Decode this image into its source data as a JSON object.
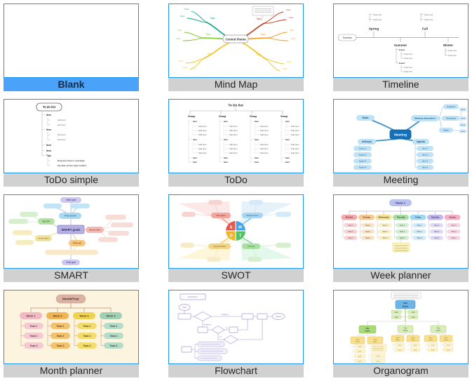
{
  "colors": {
    "page_bg": "#ffffff",
    "card_border": "#1b95f0",
    "selected_bar": "#4aa3f8",
    "selected_text": "#12304e",
    "label_bar": "#d1d1d1",
    "label_text": "#262626"
  },
  "cards": [
    {
      "label": "Blank",
      "type": "blank",
      "selected": true
    },
    {
      "label": "Mind Map",
      "type": "mindmap",
      "selected": false
    },
    {
      "label": "Timeline",
      "type": "timeline",
      "selected": false
    },
    {
      "label": "ToDo simple",
      "type": "todo_simple",
      "selected": false
    },
    {
      "label": "ToDo",
      "type": "todo",
      "selected": false
    },
    {
      "label": "Meeting",
      "type": "meeting",
      "selected": false
    },
    {
      "label": "SMART",
      "type": "smart",
      "selected": false
    },
    {
      "label": "SWOT",
      "type": "swot",
      "selected": false
    },
    {
      "label": "Week planner",
      "type": "week_planner",
      "selected": false
    },
    {
      "label": "Month planner",
      "type": "month_planner",
      "selected": false
    },
    {
      "label": "Flowchart",
      "type": "flowchart",
      "selected": false
    },
    {
      "label": "Organogram",
      "type": "organogram",
      "selected": false
    }
  ],
  "thumbnails": {
    "mindmap": {
      "center": "Central theme",
      "topic": "Topic"
    },
    "timeline": {
      "root": "Timeline",
      "seasons": [
        "Spring",
        "Summer",
        "Fall",
        "Winter"
      ],
      "topic": "Topic text",
      "event": "Event"
    },
    "todo_simple": {
      "root": "To do list",
      "item": "Item",
      "sub": "sub item",
      "tips": "Tips",
      "tip1": "Drag and drop to rearrange",
      "tip2": "Set date via the topic toolbar"
    },
    "todo": {
      "root": "To Do list",
      "group": "Group",
      "item": "Item",
      "sub": "Sub item"
    },
    "meeting": {
      "center": "Meeting",
      "notes": "Notes",
      "info": "Meeting information",
      "organizer": "Organizer",
      "participants": "Participants",
      "attach": "Attach",
      "name": "name",
      "actions_label": "Action(s)",
      "actions": [
        "Action 1",
        "Action 2",
        "Action 3",
        "Action 4"
      ],
      "agenda_label": "Agenda",
      "agenda": [
        "Item 1",
        "Item 2",
        "Item 3",
        "Item 4"
      ]
    },
    "smart": {
      "center": "SMART goals",
      "initial": "Initial goal",
      "final": "Final goal",
      "specific": "Specific",
      "measurable": "Measurable",
      "achievable": "Achievable",
      "relevant": "Relevant",
      "timebound": "Time-bound"
    },
    "swot": {
      "letters": [
        "S",
        "W",
        "O",
        "T"
      ],
      "strengths": "Strengths",
      "weaknesses": "Weaknesses",
      "opportunities": "Opportunities",
      "threats": "Threats"
    },
    "week_planner": {
      "root": "Week 1",
      "days": [
        "Monday",
        "Tuesday",
        "Wednesday",
        "Thursday",
        "Friday",
        "Saturday",
        "Sunday"
      ],
      "tasks": [
        "Task 1",
        "Task 2",
        "Task 3"
      ]
    },
    "month_planner": {
      "root": "Month/Year",
      "weeks": [
        "Week 1",
        "Week 2",
        "Week 3",
        "Week 4"
      ],
      "tasks": [
        "Task 1",
        "Task 2",
        "Task 3"
      ]
    },
    "flowchart": {
      "title": "Flowchart 1",
      "start": "Start",
      "end": "Output",
      "answer1": "Answer 1",
      "answer2": "Answer 2",
      "yes": "Yes",
      "no": "No"
    },
    "organogram": {
      "title": "Title Name",
      "staff": "Staff",
      "team": "Team Name",
      "member": "name"
    }
  }
}
